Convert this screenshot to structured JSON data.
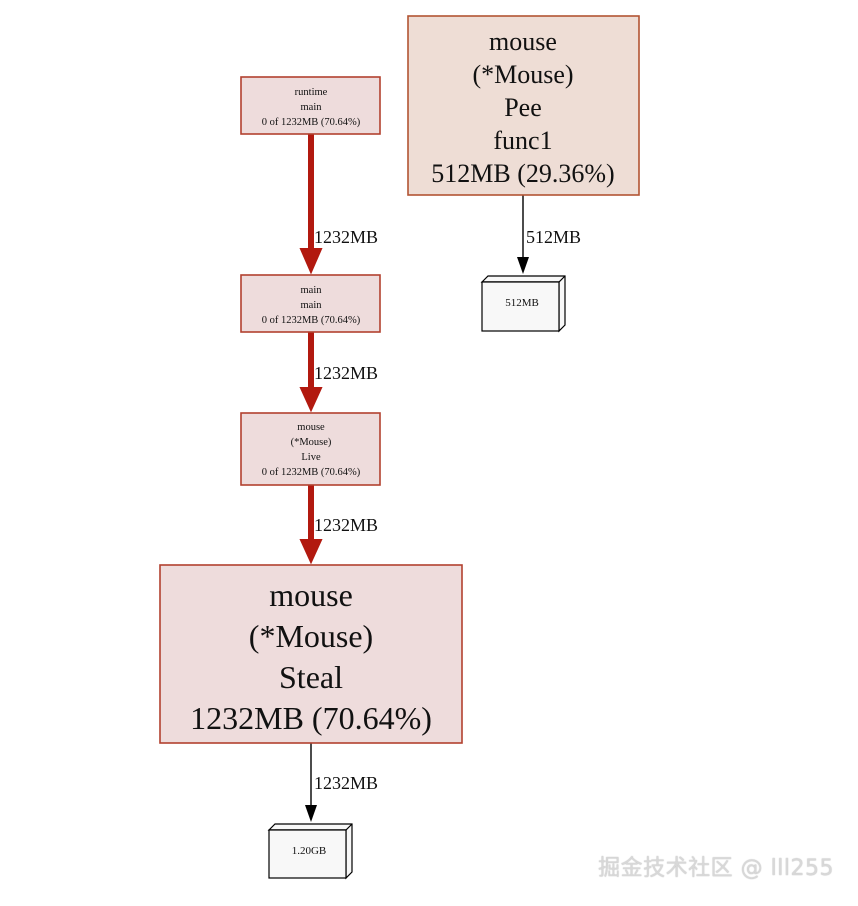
{
  "nodes": {
    "runtime_main": {
      "lines": [
        "runtime",
        "main",
        "0 of 1232MB (70.64%)"
      ]
    },
    "main_main": {
      "lines": [
        "main",
        "main",
        "0 of 1232MB (70.64%)"
      ]
    },
    "mouse_live": {
      "lines": [
        "mouse",
        "(*Mouse)",
        "Live",
        "0 of 1232MB (70.64%)"
      ]
    },
    "mouse_steal": {
      "lines": [
        "mouse",
        "(*Mouse)",
        "Steal",
        "1232MB (70.64%)"
      ]
    },
    "mouse_pee": {
      "lines": [
        "mouse",
        "(*Mouse)",
        "Pee",
        "func1",
        "512MB (29.36%)"
      ]
    },
    "alloc_steal": {
      "label": "1.20GB"
    },
    "alloc_pee": {
      "label": "512MB"
    }
  },
  "edges": {
    "runtime_to_main": "1232MB",
    "main_to_live": "1232MB",
    "live_to_steal": "1232MB",
    "steal_to_alloc": "1232MB",
    "pee_to_alloc": "512MB"
  },
  "colors": {
    "heavy_edge": "#b2190f",
    "thin_edge": "#000000"
  },
  "watermark": "掘金技术社区 @ lll255"
}
